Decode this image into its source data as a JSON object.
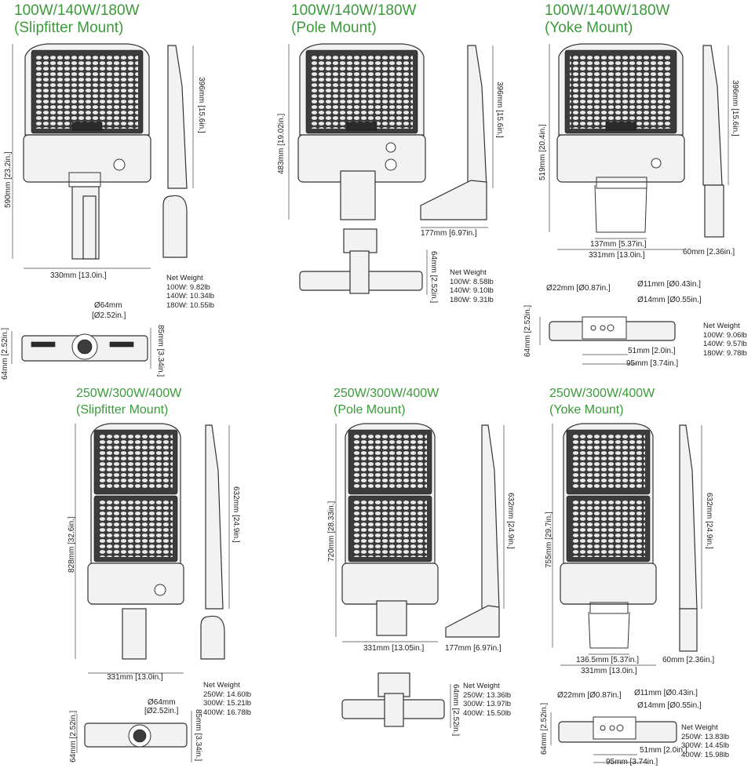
{
  "panels": [
    {
      "id": "p1",
      "title1": "100W/140W/180W",
      "title2": "(Slipfitter Mount)",
      "height": "590mm [23.2in.]",
      "led_height": "396mm [15.6in.]",
      "width": "330mm [13.0in.]",
      "bottom_diam1": "Ø64mm",
      "bottom_diam2": "[Ø2.52in.]",
      "bottom_h": "64mm [2.52in.]",
      "bottom_h2": "85mm [3.34in.]",
      "weight": [
        "Net Weight",
        "100W: 9.82lb",
        "140W: 10.34lb",
        "180W: 10.55lb"
      ]
    },
    {
      "id": "p2",
      "title1": "100W/140W/180W",
      "title2": "(Pole Mount)",
      "height": "483mm [19.02in.]",
      "led_height": "396mm [15.6in.]",
      "arm": "177mm [6.97in.]",
      "bottom_h": "64mm [2.52in.]",
      "weight": [
        "Net Weight",
        "100W: 8.58lb",
        "140W: 9.10lb",
        "180W: 9.31lb"
      ]
    },
    {
      "id": "p3",
      "title1": "100W/140W/180W",
      "title2": "(Yoke Mount)",
      "height": "519mm [20.4in.]",
      "led_height": "396mm [15.6in.]",
      "yoke_w": "137mm [5.37in.]",
      "width": "331mm [13.0in.]",
      "depth": "60mm [2.36in.]",
      "hole1": "Ø22mm [Ø0.87in.]",
      "hole2": "Ø11mm [Ø0.43in.]",
      "hole3": "Ø14mm [Ø0.55in.]",
      "bottom_h": "64mm [2.52in.]",
      "spacing1": "51mm [2.0in.]",
      "spacing2": "95mm [3.74in.]",
      "weight": [
        "Net Weight",
        "100W: 9.06lb",
        "140W: 9.57lb",
        "180W: 9.78lb"
      ]
    },
    {
      "id": "p4",
      "title1": "250W/300W/400W",
      "title2": "(Slipfitter Mount)",
      "height": "828mm [32.6in.]",
      "led_height": "632mm [24.9in.]",
      "width": "331mm [13.0in.]",
      "bottom_diam1": "Ø64mm",
      "bottom_diam2": "[Ø2.52in.]",
      "bottom_h": "64mm [2.52in.]",
      "bottom_h2": "85mm [3.34in.]",
      "weight": [
        "Net Weight",
        "250W: 14.60lb",
        "300W: 15.21lb",
        "400W: 16.78lb"
      ]
    },
    {
      "id": "p5",
      "title1": "250W/300W/400W",
      "title2": "(Pole Mount)",
      "height": "720mm [28.33in.]",
      "led_height": "632mm [24.9in.]",
      "width": "331mm [13.05in.]",
      "arm": "177mm [6.97in.]",
      "bottom_h": "64mm [2.52in.]",
      "weight": [
        "Net Weight",
        "250W: 13.36lb",
        "300W: 13.97lb",
        "400W: 15.50lb"
      ]
    },
    {
      "id": "p6",
      "title1": "250W/300W/400W",
      "title2": "(Yoke Mount)",
      "height": "755mm [29.7in.]",
      "led_height": "632mm [24.9in.]",
      "yoke_w": "136.5mm [5.37in.]",
      "width": "331mm [13.0in.]",
      "depth": "60mm [2.36in.]",
      "hole1": "Ø22mm [Ø0.87in.]",
      "hole2": "Ø11mm [Ø0.43in.]",
      "hole3": "Ø14mm [Ø0.55in.]",
      "bottom_h": "64mm [2.52in.]",
      "spacing1": "51mm [2.0in.]",
      "spacing2": "95mm [3.74in.]",
      "weight": [
        "Net Weight",
        "250W: 13.83lb",
        "300W: 14.45lb",
        "400W: 15.98lb"
      ]
    }
  ]
}
